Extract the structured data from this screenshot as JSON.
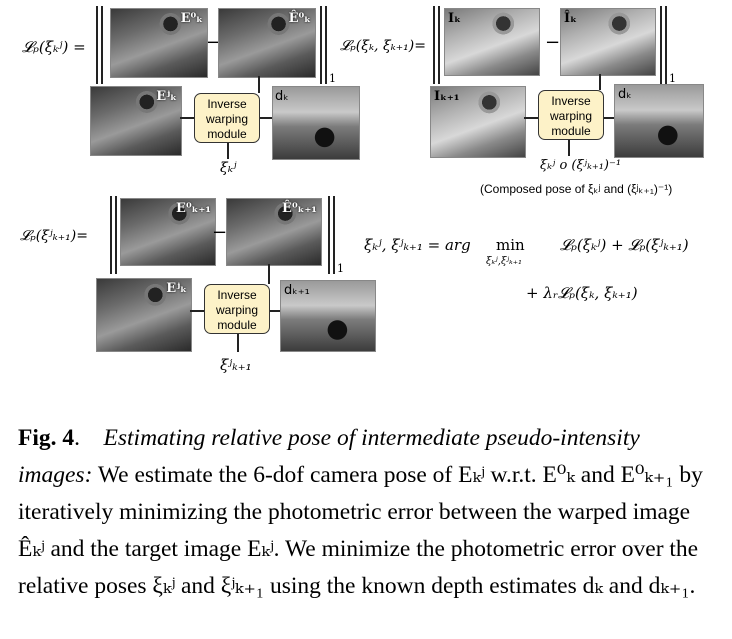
{
  "figure": {
    "panel1": {
      "lhs": "𝓛ₚ(ξₖʲ) =",
      "img_top_left_label": "E⁰ₖ",
      "img_top_right_label": "Ê⁰ₖ",
      "img_bottom_left_label": "Eʲₖ",
      "depth_label": "dₖ",
      "module_lines": [
        "Inverse",
        "warping",
        "module"
      ],
      "pose_label": "ξₖʲ",
      "norm_subscript": "1"
    },
    "panel2": {
      "lhs": "𝓛ₚ(ξₖ, ξₖ₊₁)=",
      "img_top_left_label": "Iₖ",
      "img_top_right_label": "Îₖ",
      "img_bottom_left_label": "Iₖ₊₁",
      "depth_label": "dₖ",
      "module_lines": [
        "Inverse",
        "warping",
        "module"
      ],
      "pose_label": "ξₖʲ o (ξʲₖ₊₁)⁻¹",
      "pose_note": "(Composed pose of  ξₖʲ and (ξʲₖ₊₁)⁻¹)",
      "norm_subscript": "1"
    },
    "panel3": {
      "lhs": "𝓛ₚ(ξʲₖ₊₁)=",
      "img_top_left_label": "E⁰ₖ₊₁",
      "img_top_right_label": "Ê⁰ₖ₊₁",
      "img_bottom_left_label": "Eʲₖ",
      "depth_label": "dₖ₊₁",
      "module_lines": [
        "Inverse",
        "warping",
        "module"
      ],
      "pose_label": "ξʲₖ₊₁",
      "norm_subscript": "1"
    },
    "equation": {
      "line1_lhs": "ξₖʲ, ξʲₖ₊₁ = arg",
      "min": "min",
      "min_sub": "ξₖʲ,ξʲₖ₊₁",
      "line1_rhs": "𝓛ₚ(ξₖʲ) + 𝓛ₚ(ξʲₖ₊₁)",
      "line2": "+      λᵣ𝓛ₚ(ξₖ, ξₖ₊₁)"
    },
    "minus": "−"
  },
  "caption": {
    "label": "Fig. 4",
    "dot": ".",
    "title": "Estimating relative pose of intermediate pseudo-intensity images:",
    "body": "We estimate the 6-dof camera pose of Eₖʲ w.r.t. E⁰ₖ and E⁰ₖ₊₁ by iteratively minimizing the photometric error between the warped image Êₖʲ and the target image Eₖʲ. We minimize the photometric error over the relative poses ξₖʲ and ξʲₖ₊₁ using the known depth estimates dₖ and dₖ₊₁."
  }
}
